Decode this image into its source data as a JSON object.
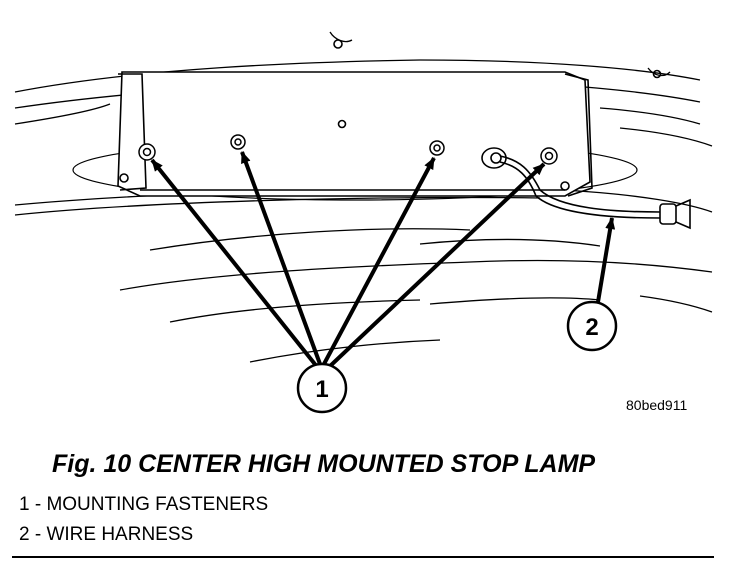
{
  "figure": {
    "caption": "Fig. 10 CENTER HIGH MOUNTED STOP LAMP",
    "image_code": "80bed911",
    "callouts": [
      {
        "number": "1"
      },
      {
        "number": "2"
      }
    ],
    "legend": [
      {
        "text": "1 - MOUNTING FASTENERS"
      },
      {
        "text": "2 - WIRE HARNESS"
      }
    ]
  },
  "colors": {
    "ink": "#000000",
    "paper": "#ffffff"
  }
}
